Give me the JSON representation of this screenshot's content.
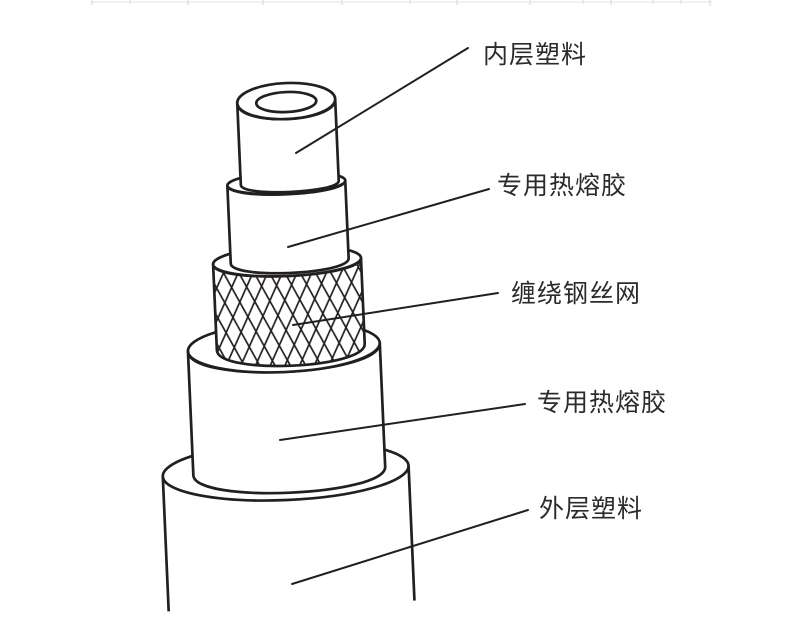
{
  "diagram": {
    "subject": "multi-layer pipe structure illustration",
    "background_color": "#ffffff",
    "line_color": "#231f20",
    "text_color": "#2b2b2b",
    "labels": [
      {
        "text": "内层塑料"
      },
      {
        "text": "专用热熔胶"
      },
      {
        "text": "缠绕钢丝网"
      },
      {
        "text": "专用热熔胶"
      },
      {
        "text": "外层塑料"
      }
    ]
  }
}
